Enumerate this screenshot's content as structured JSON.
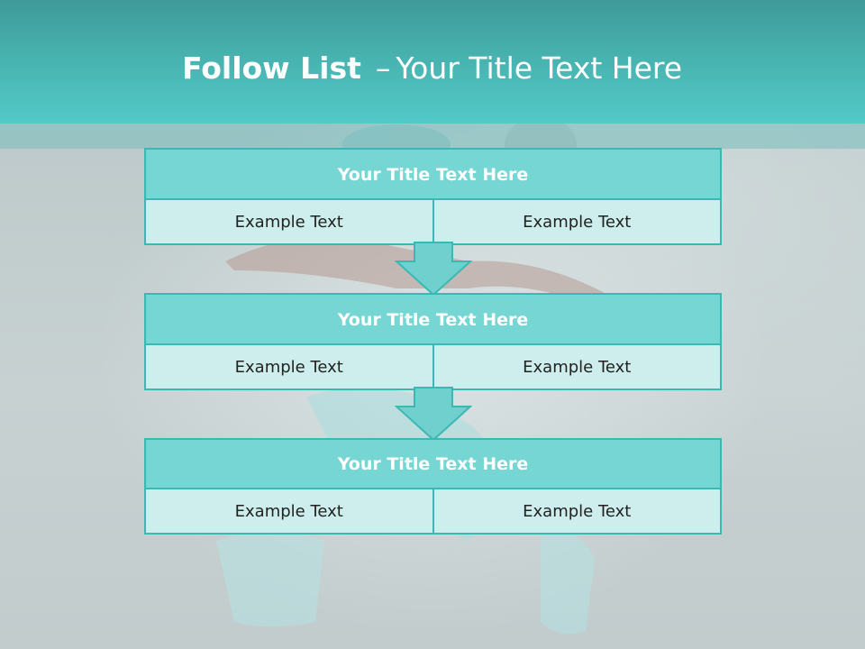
{
  "slide": {
    "title_bold": "Follow List",
    "title_dash": "–",
    "title_rest": "Your Title Text Here"
  },
  "blocks": [
    {
      "title": "Your Title Text Here",
      "left": "Example Text",
      "right": "Example Text"
    },
    {
      "title": "Your Title Text Here",
      "left": "Example Text",
      "right": "Example Text"
    },
    {
      "title": "Your Title Text Here",
      "left": "Example Text",
      "right": "Example Text"
    }
  ],
  "colors": {
    "header": "#48b4b1",
    "block_head": "#76d6d4",
    "block_body": "#cdeeed",
    "border": "#3cb8b4",
    "arrow": "#6fd0ce"
  }
}
